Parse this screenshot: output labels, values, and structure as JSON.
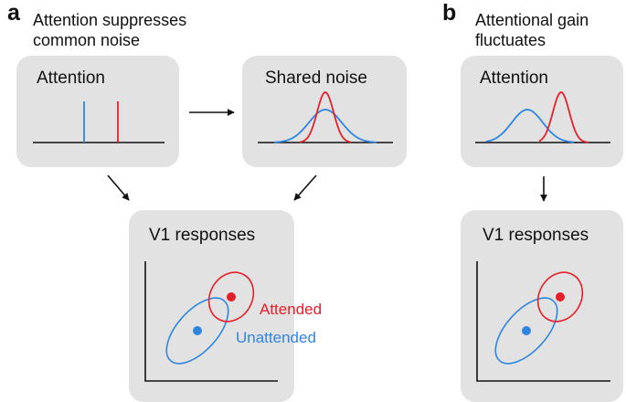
{
  "panel_a": {
    "letter": "a",
    "heading_line1": "Attention suppresses",
    "heading_line2": "common noise",
    "attention_box_title": "Attention",
    "shared_noise_box_title": "Shared noise",
    "v1_box_title": "V1 responses",
    "label_attended": "Attended",
    "label_unattended": "Unattended"
  },
  "panel_b": {
    "letter": "b",
    "heading_line1": "Attentional gain",
    "heading_line2": "fluctuates",
    "attention_box_title": "Attention",
    "v1_box_title": "V1 responses"
  },
  "colors": {
    "attended": "#e5202a",
    "unattended": "#2f86e0",
    "box_bg": "#e2e2e2"
  }
}
